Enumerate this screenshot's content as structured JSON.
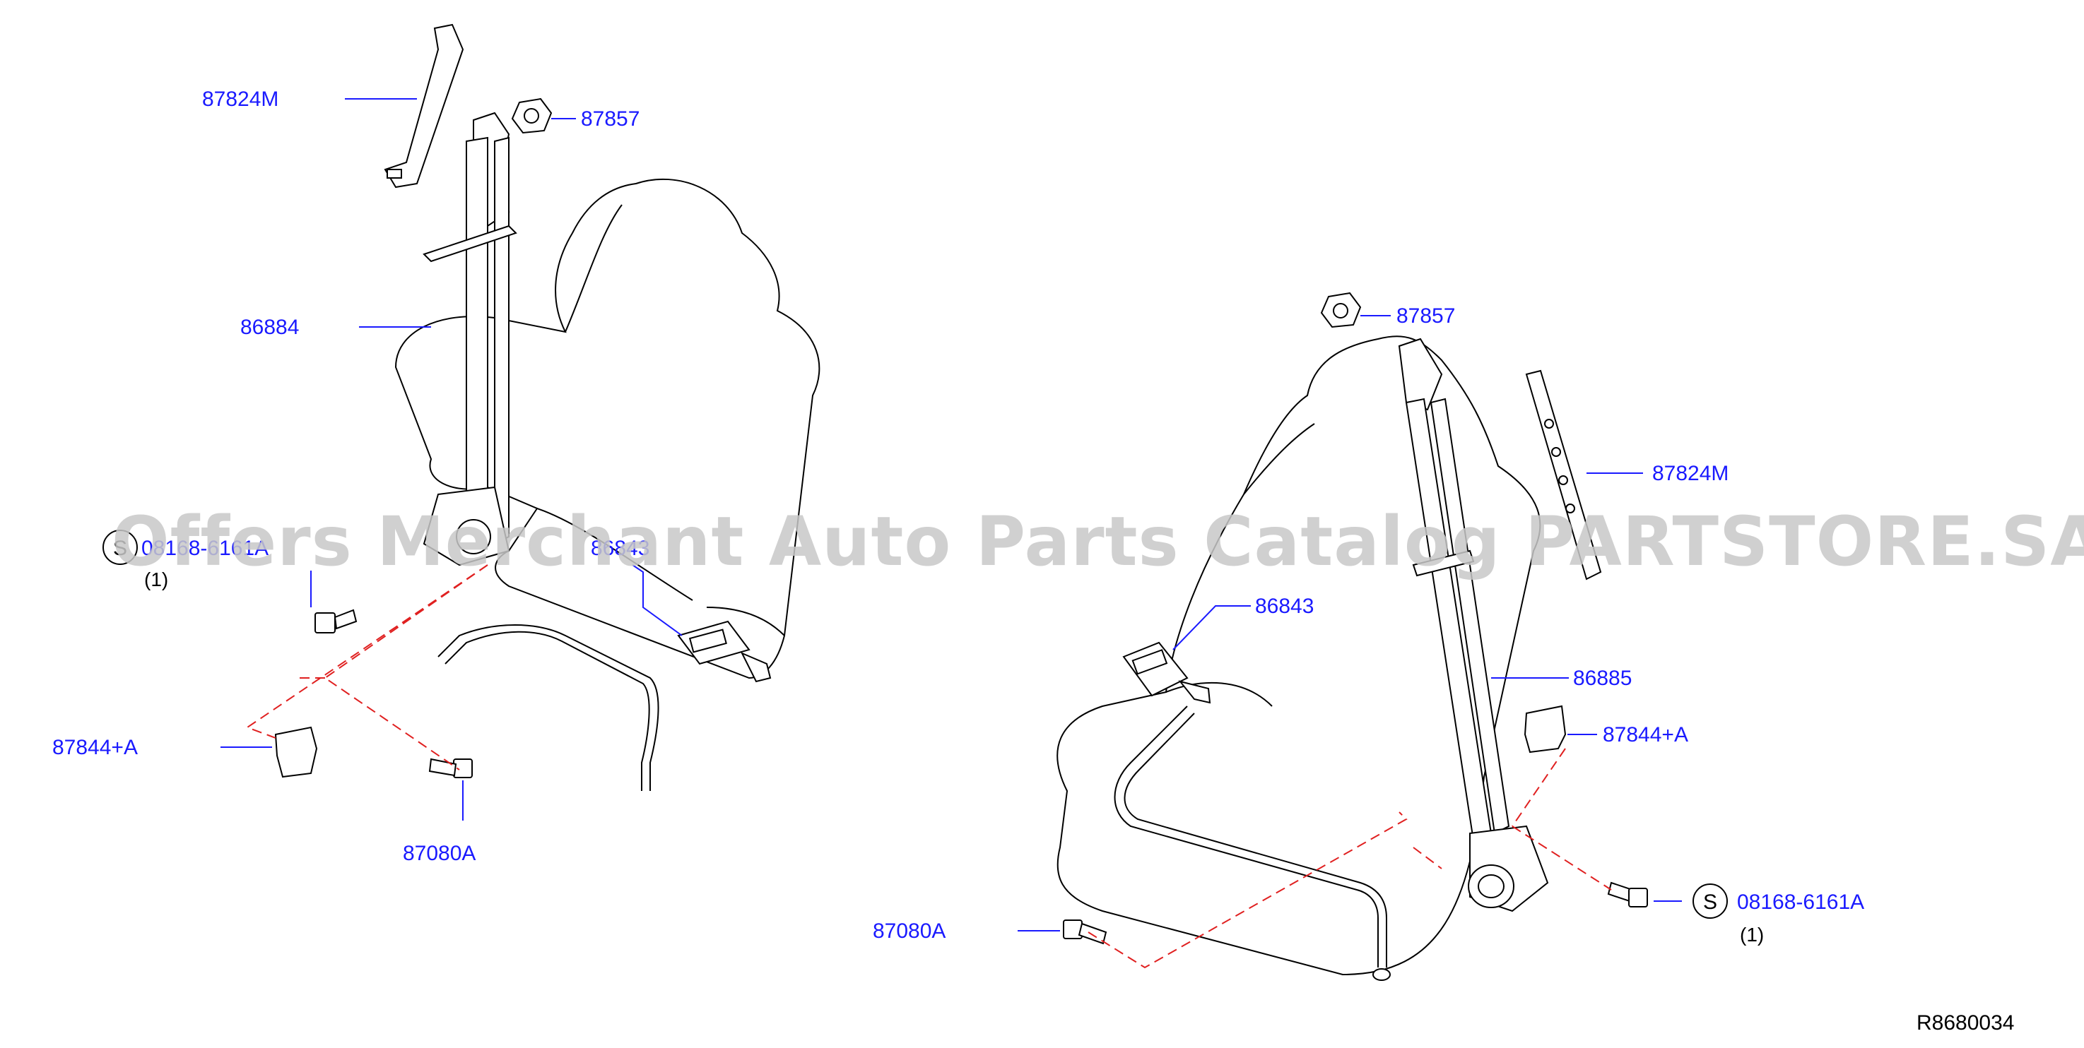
{
  "diagram": {
    "reference_code": "R8680034",
    "watermark": "Offers Merchant Auto Parts Catalog PARTSTORE.SA",
    "colors": {
      "label": "#1a1aff",
      "dashed_line": "#e02020",
      "watermark": "#c8c8c8"
    },
    "left": {
      "retractor_bracket": "87824M",
      "nut": "87857",
      "belt": "86884",
      "bolt_kit": "08168-6161A",
      "bolt_qty": "(1)",
      "buckle": "86843",
      "cover": "87844+A",
      "anchor_bolt": "87080A",
      "symbol": "S"
    },
    "right": {
      "nut": "87857",
      "retractor_bracket": "87824M",
      "buckle": "86843",
      "belt": "86885",
      "cover": "87844+A",
      "bolt_kit": "08168-6161A",
      "bolt_qty": "(1)",
      "anchor_bolt": "87080A",
      "symbol": "S"
    }
  }
}
